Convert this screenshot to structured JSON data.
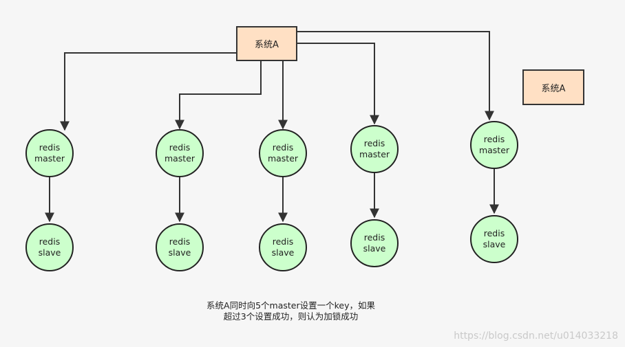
{
  "system_box_main": {
    "label": "系统A"
  },
  "system_box_side": {
    "label": "系统A"
  },
  "clusters": [
    {
      "master": [
        "redis",
        "master"
      ],
      "slave": [
        "redis",
        "slave"
      ]
    },
    {
      "master": [
        "redis",
        "master"
      ],
      "slave": [
        "redis",
        "slave"
      ]
    },
    {
      "master": [
        "redis",
        "master"
      ],
      "slave": [
        "redis",
        "slave"
      ]
    },
    {
      "master": [
        "redis",
        "master"
      ],
      "slave": [
        "redis",
        "slave"
      ]
    },
    {
      "master": [
        "redis",
        "master"
      ],
      "slave": [
        "redis",
        "slave"
      ]
    }
  ],
  "caption": {
    "line1": "系统A同时向5个master设置一个key，如果",
    "line2": "超过3个设置成功，则认为加锁成功"
  },
  "watermark": "https://blog.csdn.net/u014033218",
  "colors": {
    "system_box_fill": "#ffe0c4",
    "node_fill": "#ccffcc",
    "stroke": "#333333"
  }
}
